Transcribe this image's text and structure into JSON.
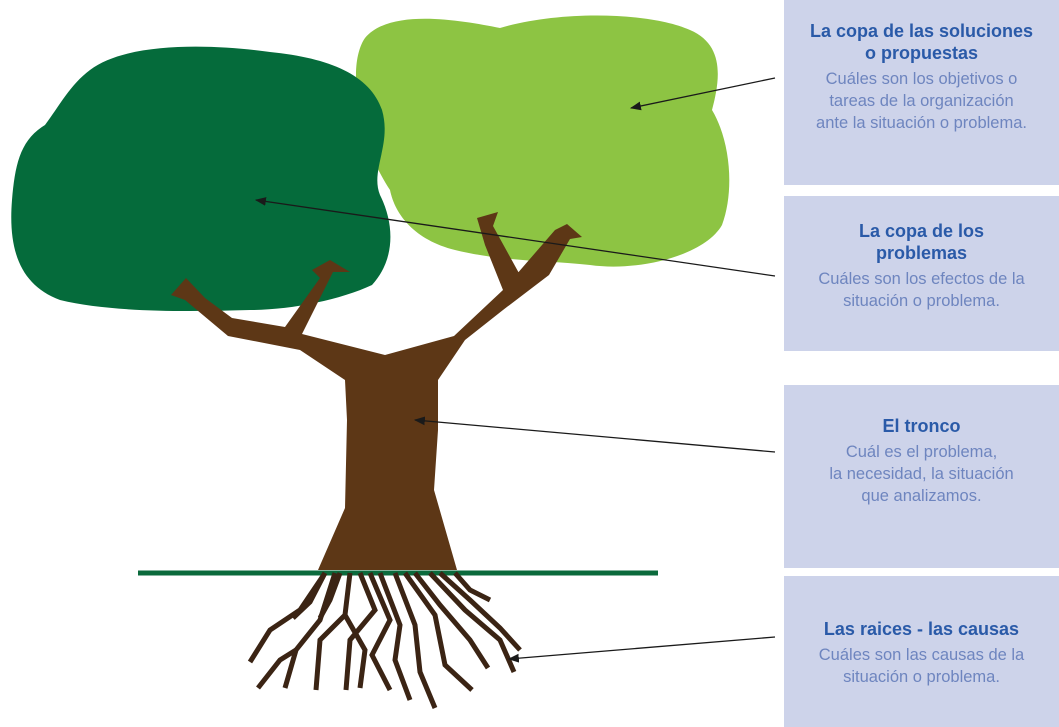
{
  "colors": {
    "dark_canopy": "#056b3b",
    "light_canopy": "#8dc443",
    "trunk": "#5d3716",
    "roots": "#3b2414",
    "ground": "#0b6a3c",
    "card_bg": "#cdd3ea",
    "card_title": "#2a5aa8",
    "card_text": "#6e85bf",
    "arrow": "#1a1a1a"
  },
  "labels": [
    {
      "title": "La copa de las soluciones\no propuestas",
      "description": "Cuáles son los objetivos o\ntareas de la organización\nante la situación o problema."
    },
    {
      "title": "La copa de los\nproblemas",
      "description": "Cuáles son los efectos de la\nsituación o problema."
    },
    {
      "title": "El tronco",
      "description": "Cuál es el problema,\nla necesidad, la situación\nque analizamos."
    },
    {
      "title": "Las raices - las causas",
      "description": "Cuáles son las causas de la\nsituación o problema."
    }
  ]
}
